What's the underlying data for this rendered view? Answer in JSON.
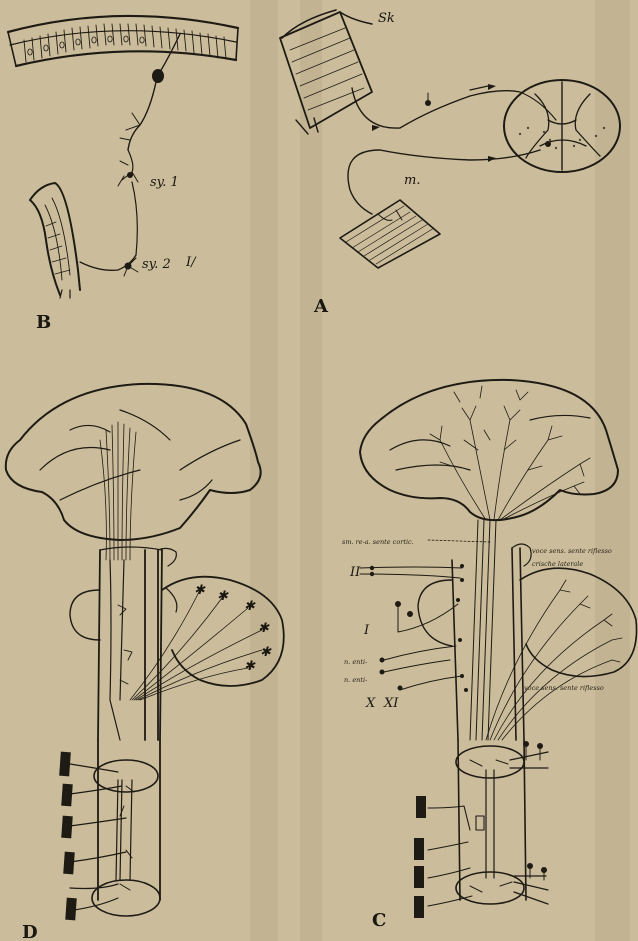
{
  "panels": {
    "A": {
      "label": "A",
      "annotations": {
        "skin": "Sk",
        "muscle": "m."
      }
    },
    "B": {
      "label": "B",
      "annotations": {
        "ganglion_1": "sy. 1",
        "ganglion_2": "sy. 2"
      }
    },
    "C": {
      "label": "C",
      "annotations": {
        "cortical_via": "sm. re-a. sente cortic.",
        "sensory_upper": "voce sens. sente riflesso",
        "sensory_layer": "crische laterale",
        "roman_II": "II",
        "roman_I": "I",
        "roman_X": "X",
        "roman_XI": "XI",
        "nerve_a": "n. enti-",
        "nerve_b": "n. enti-",
        "cerebellar_via": "voce sens. sente riflesso"
      }
    },
    "D": {
      "label": "D"
    }
  },
  "colors": {
    "paper": "#cbbd9b",
    "ink": "#1e1a14"
  }
}
